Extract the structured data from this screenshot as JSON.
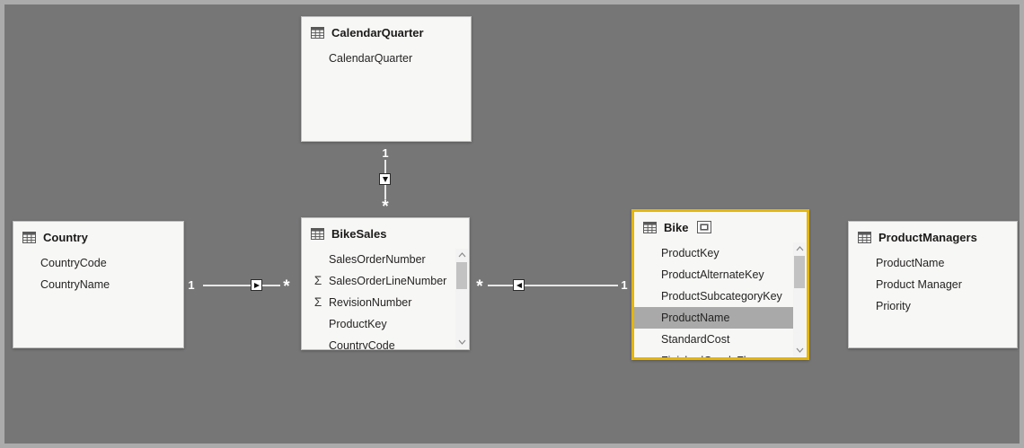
{
  "canvas": {
    "background": "#767676",
    "frame_border": "#ABABAB"
  },
  "colors": {
    "selection_accent": "#E4B50D",
    "field_highlight": "#A9A9A9",
    "card_background": "#F7F7F6",
    "relationship_line": "#E7E7E7",
    "cardinality_text": "#FFFFFF"
  },
  "icons": {
    "summation": "Σ"
  },
  "tables": [
    {
      "name": "CalendarQuarter",
      "fields": [
        {
          "name": "CalendarQuarter"
        }
      ]
    },
    {
      "name": "Country",
      "fields": [
        {
          "name": "CountryCode"
        },
        {
          "name": "CountryName"
        }
      ]
    },
    {
      "name": "BikeSales",
      "scrollbar": true,
      "fields": [
        {
          "name": "SalesOrderNumber"
        },
        {
          "name": "SalesOrderLineNumber",
          "summation": true
        },
        {
          "name": "RevisionNumber",
          "summation": true
        },
        {
          "name": "ProductKey"
        },
        {
          "name": "CountryCode"
        }
      ]
    },
    {
      "name": "Bike",
      "selected": true,
      "scrollbar": true,
      "selected_field": "ProductName",
      "fields": [
        {
          "name": "ProductKey"
        },
        {
          "name": "ProductAlternateKey"
        },
        {
          "name": "ProductSubcategoryKey"
        },
        {
          "name": "ProductName",
          "highlighted": true
        },
        {
          "name": "StandardCost"
        },
        {
          "name": "FinishedGoodsFlag",
          "clipped": true
        }
      ]
    },
    {
      "name": "ProductManagers",
      "fields": [
        {
          "name": "ProductName"
        },
        {
          "name": "Product Manager"
        },
        {
          "name": "Priority"
        }
      ]
    }
  ],
  "relationships": [
    {
      "from": "CalendarQuarter",
      "to": "BikeSales",
      "from_label": "1",
      "to_label": "*",
      "arrow": "down"
    },
    {
      "from": "Country",
      "to": "BikeSales",
      "from_label": "1",
      "to_label": "*",
      "arrow": "right"
    },
    {
      "from": "Bike",
      "to": "BikeSales",
      "from_label": "1",
      "to_label": "*",
      "arrow": "left"
    }
  ]
}
